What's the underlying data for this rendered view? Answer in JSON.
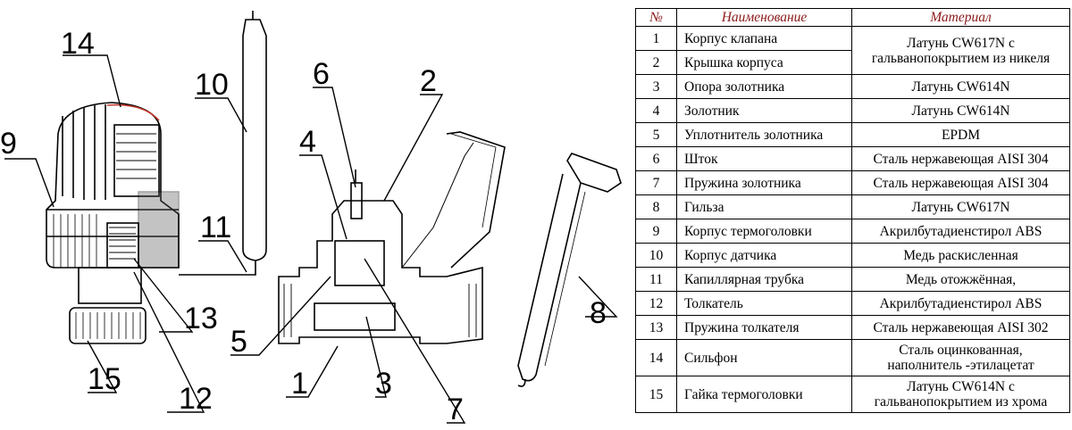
{
  "diagram": {
    "callouts": [
      "1",
      "2",
      "3",
      "4",
      "5",
      "6",
      "7",
      "8",
      "9",
      "10",
      "11",
      "12",
      "13",
      "14",
      "15"
    ]
  },
  "table": {
    "headers": [
      "№",
      "Наименование",
      "Материал"
    ],
    "rows": [
      {
        "num": "1",
        "name": "Корпус клапана"
      },
      {
        "num": "2",
        "name": "Крышка корпуса"
      },
      {
        "num": "3",
        "name": "Опора золотника",
        "material": "Латунь   CW614N"
      },
      {
        "num": "4",
        "name": "Золотник",
        "material": "Латунь   CW614N"
      },
      {
        "num": "5",
        "name": "Уплотнитель золотника",
        "material": "EPDM"
      },
      {
        "num": "6",
        "name": "Шток",
        "material": "Сталь нержавеющая AISI 304"
      },
      {
        "num": "7",
        "name": "Пружина золотника",
        "material": "Сталь нержавеющая AISI 304"
      },
      {
        "num": "8",
        "name": "Гильза",
        "material": "Латунь   CW617N"
      },
      {
        "num": "9",
        "name": "Корпус термоголовки",
        "material": "Акрилбутадиенстирол ABS"
      },
      {
        "num": "10",
        "name": "Корпус датчика",
        "material": "Медь раскисленная"
      },
      {
        "num": "11",
        "name": "Капиллярная трубка",
        "material": "Медь отожжённая,"
      },
      {
        "num": "12",
        "name": "Толкатель",
        "material": "Акрилбутадиенстирол ABS"
      },
      {
        "num": "13",
        "name": "Пружина толкателя",
        "material": "Сталь нержавеющая AISI 302"
      },
      {
        "num": "14",
        "name": "Сильфон",
        "material_line1": "Сталь оцинкованная,",
        "material_line2": "наполнитель -этилацетат"
      },
      {
        "num": "15",
        "name": "Гайка термоголовки",
        "material_line1": "Латунь   CW614N с",
        "material_line2": "гальванопокрытием из хрома"
      }
    ],
    "merged_material_line1": "Латунь   CW617N с",
    "merged_material_line2": "гальванопокрытием из никеля"
  }
}
